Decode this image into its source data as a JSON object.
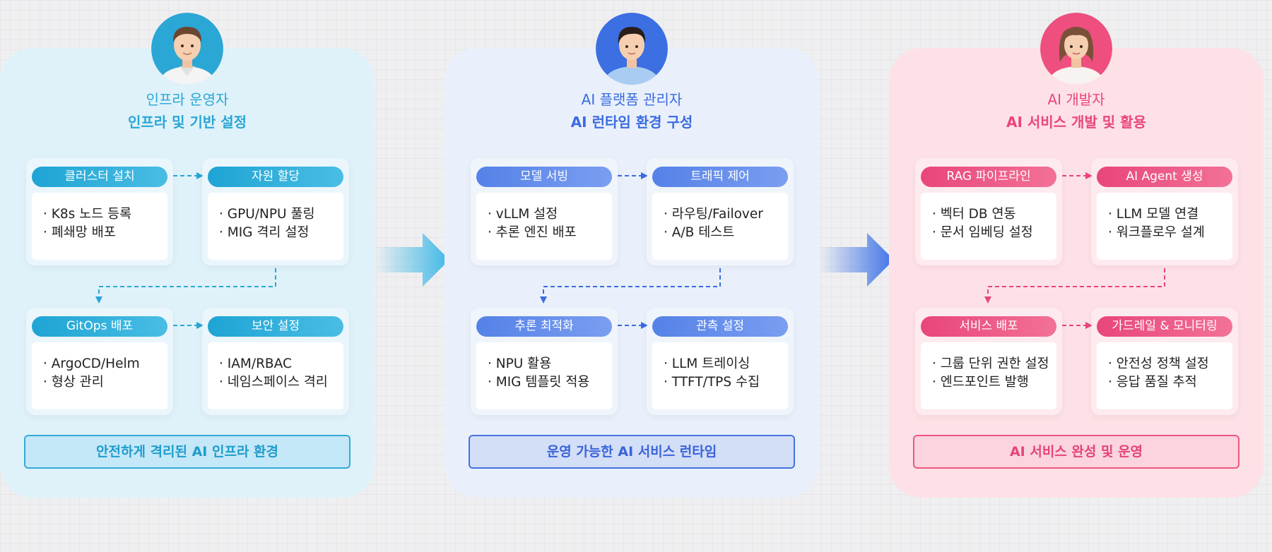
{
  "columns": [
    {
      "role": "인프라 운영자",
      "subtitle": "인프라 및 기반 설정",
      "avatar": "male-avatar-icon",
      "accent": "#2aa6d6",
      "pill_from": "#1ea4d4",
      "pill_to": "#49bde4",
      "banner_bg": "#c4e8f7",
      "banner_border": "#34aad8",
      "cards": [
        {
          "label": "클러스터 설치",
          "lines": [
            "· K8s 노드 등록",
            "· 폐쇄망 배포"
          ]
        },
        {
          "label": "자원 할당",
          "lines": [
            "· GPU/NPU 풀링",
            "· MIG 격리 설정"
          ]
        },
        {
          "label": "GitOps 배포",
          "lines": [
            "· ArgoCD/Helm",
            "· 형상 관리"
          ]
        },
        {
          "label": "보안 설정",
          "lines": [
            "· IAM/RBAC",
            "· 네임스페이스 격리"
          ]
        }
      ],
      "banner": "안전하게 격리된 AI 인프라 환경"
    },
    {
      "role": "AI 플랫폼 관리자",
      "subtitle": "AI 런타임 환경 구성",
      "avatar": "female-admin-avatar-icon",
      "accent": "#3a6be0",
      "pill_from": "#5582e8",
      "pill_to": "#7a9ef0",
      "banner_bg": "#d3def7",
      "banner_border": "#4672e0",
      "cards": [
        {
          "label": "모델 서빙",
          "lines": [
            "· vLLM 설정",
            "· 추론 엔진 배포"
          ]
        },
        {
          "label": "트래픽 제어",
          "lines": [
            "· 라우팅/Failover",
            "· A/B 테스트"
          ]
        },
        {
          "label": "추론 최적화",
          "lines": [
            "· NPU 활용",
            "· MIG 템플릿 적용"
          ]
        },
        {
          "label": "관측 설정",
          "lines": [
            "· LLM 트레이싱",
            "· TTFT/TPS 수집"
          ]
        }
      ],
      "banner": "운영 가능한 AI 서비스 런타임"
    },
    {
      "role": "AI 개발자",
      "subtitle": "AI 서비스 개발 및 활용",
      "avatar": "female-developer-avatar-icon",
      "accent": "#e9467a",
      "pill_from": "#e8467a",
      "pill_to": "#f27196",
      "banner_bg": "#fbd4de",
      "banner_border": "#ec5784",
      "cards": [
        {
          "label": "RAG 파이프라인",
          "lines": [
            "· 벡터 DB 연동",
            "· 문서 임베딩 설정"
          ]
        },
        {
          "label": "AI Agent 생성",
          "lines": [
            "· LLM 모델 연결",
            "· 워크플로우 설계"
          ]
        },
        {
          "label": "서비스 배포",
          "lines": [
            "· 그룹 단위 권한 설정",
            "· 엔드포인트 발행"
          ]
        },
        {
          "label": "가드레일 & 모니터링",
          "lines": [
            "· 안전성 정책 설정",
            "· 응답 품질 추적"
          ]
        }
      ],
      "banner": "AI 서비스 완성 및 운영"
    }
  ],
  "flow_arrows": [
    {
      "name": "flow-arrow-1",
      "color": "#3fb8e6"
    },
    {
      "name": "flow-arrow-2",
      "color": "#3e73e6"
    }
  ]
}
